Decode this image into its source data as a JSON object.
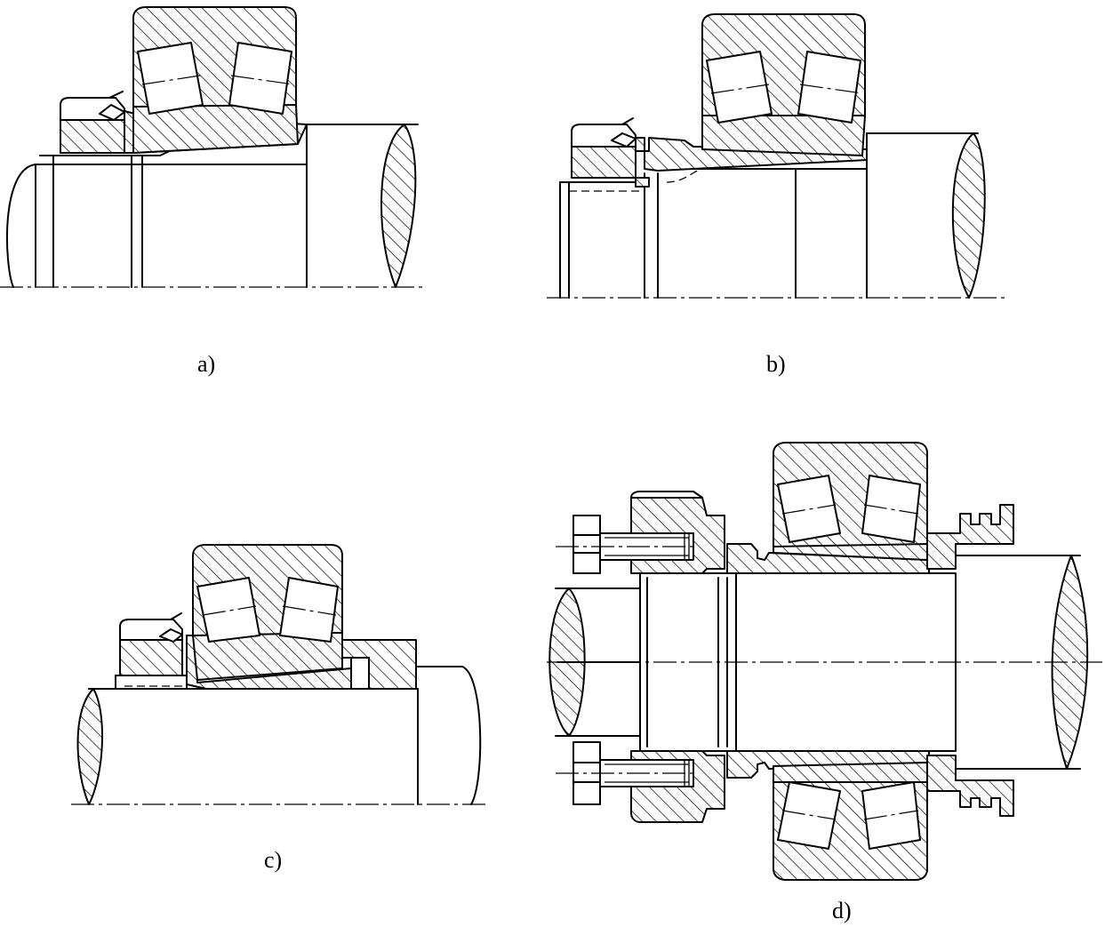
{
  "labels": {
    "a": "a)",
    "b": "b)",
    "c": "c)",
    "d": "d)"
  },
  "colors": {
    "ink": "#000000",
    "paper": "#ffffff"
  }
}
